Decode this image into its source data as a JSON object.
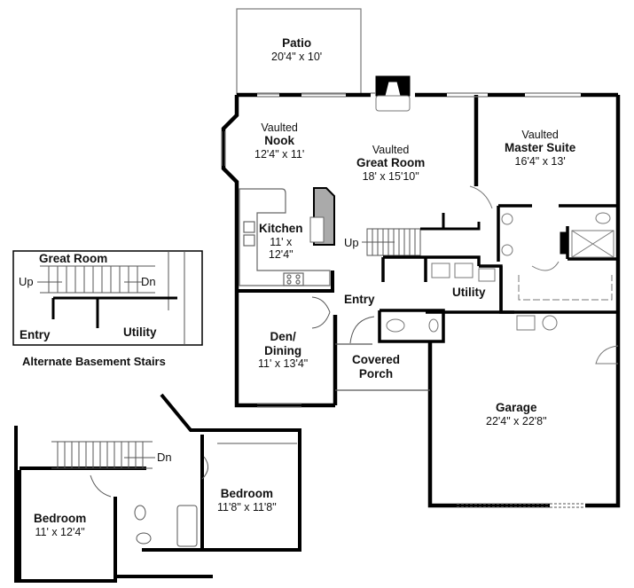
{
  "main_floor": {
    "patio": {
      "name": "Patio",
      "dims": "20'4\" x 10'"
    },
    "nook": {
      "prefix": "Vaulted",
      "name": "Nook",
      "dims": "12'4\" x 11'"
    },
    "great_room": {
      "prefix": "Vaulted",
      "name": "Great Room",
      "dims": "18' x 15'10\""
    },
    "master_suite": {
      "prefix": "Vaulted",
      "name": "Master Suite",
      "dims": "16'4\" x 13'"
    },
    "kitchen": {
      "name": "Kitchen",
      "dims_line1": "11' x",
      "dims_line2": "12'4\""
    },
    "stairs_up": "Up",
    "entry": "Entry",
    "utility": "Utility",
    "den_dining": {
      "name_line1": "Den/",
      "name_line2": "Dining",
      "dims": "11' x 13'4\""
    },
    "covered_porch": {
      "name_line1": "Covered",
      "name_line2": "Porch"
    },
    "garage": {
      "name": "Garage",
      "dims": "22'4\" x 22'8\""
    }
  },
  "alternate_stairs": {
    "great_room": "Great Room",
    "up": "Up",
    "dn": "Dn",
    "entry": "Entry",
    "utility": "Utility",
    "caption": "Alternate Basement Stairs"
  },
  "upper_floor": {
    "stairs_dn": "Dn",
    "bedroom_left": {
      "name": "Bedroom",
      "dims": "11' x 12'4\""
    },
    "bedroom_right": {
      "name": "Bedroom",
      "dims": "11'8\" x 11'8\""
    }
  },
  "colors": {
    "wall": "#000000",
    "thin": "#555555",
    "fixture": "#888888",
    "background": "#ffffff"
  }
}
